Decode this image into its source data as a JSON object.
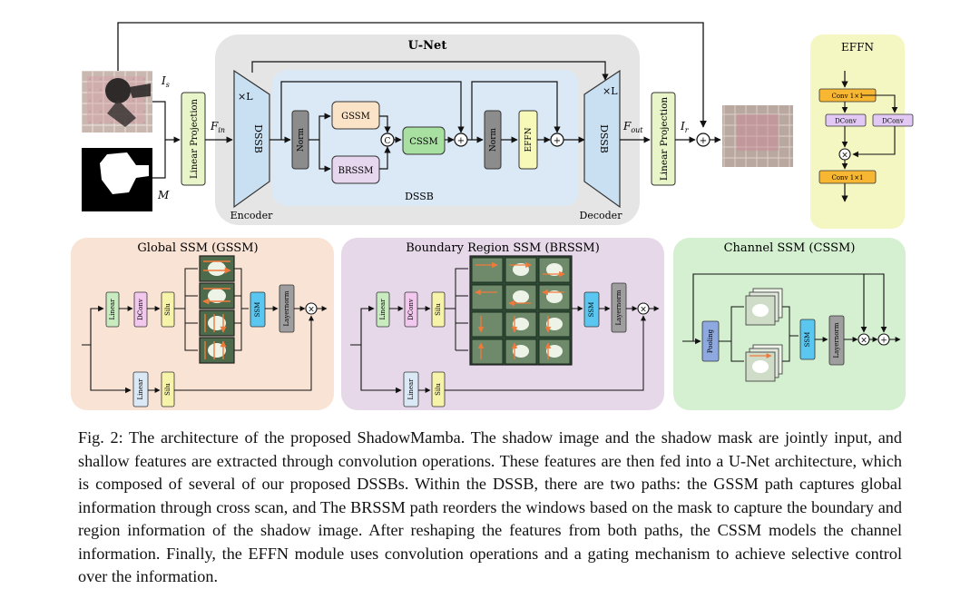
{
  "unet": {
    "title": "U-Net",
    "encoder_label": "Encoder",
    "decoder_label": "Decoder",
    "repeat_label": "×L",
    "dssb_label": "DSSB",
    "dssb_group_label": "DSSB"
  },
  "symbols": {
    "is": "I",
    "is_sub": "s",
    "mask": "M",
    "fin": "F",
    "fin_sub": "in",
    "fout": "F",
    "fout_sub": "out",
    "ir": "I",
    "ir_sub": "r",
    "concat": "C",
    "plus": "+",
    "times": "×"
  },
  "blocks": {
    "linear_projection": "Linear Projection",
    "norm": "Norm",
    "gssm": "GSSM",
    "brssm": "BRSSM",
    "cssm": "CSSM",
    "effn_block": "EFFN"
  },
  "effn": {
    "title": "EFFN",
    "conv_top": "Conv 1×1",
    "dconv": "DConv",
    "conv_bottom": "Conv 1×1"
  },
  "gssm_panel": {
    "title": "Global SSM (GSSM)",
    "linear": "Linear",
    "dconv": "DConv",
    "silu": "Silu",
    "ssm": "SSM",
    "layernorm": "Layernorm"
  },
  "brssm_panel": {
    "title": "Boundary Region SSM (BRSSM)",
    "linear": "Linear",
    "dconv": "DConv",
    "silu": "Silu",
    "ssm": "SSM",
    "layernorm": "Layernorm"
  },
  "cssm_panel": {
    "title": "Channel SSM (CSSM)",
    "pooling": "Pooling",
    "ssm": "SSM",
    "layernorm": "Layernorm"
  },
  "caption": "Fig. 2: The architecture of the proposed ShadowMamba. The shadow image and the shadow mask are jointly input, and shallow features are extracted through convolution operations. These features are then fed into a U-Net architecture, which is composed of several of our proposed DSSBs. Within the DSSB, there are two paths: the GSSM path captures global information through cross scan, and The BRSSM path reorders the windows based on the mask to capture the boundary and region information of the shadow image. After reshaping the features from both paths, the CSSM models the channel information. Finally, the EFFN module uses convolution operations and a gating mechanism to achieve selective control over the information.",
  "colors": {
    "unet_bg": "#e5e5e5",
    "dssb_bg": "#dbe9f6",
    "effn_bg": "#f4f7c2",
    "gssm_bg": "#f8e3d4",
    "brssm_bg": "#e6d8e8",
    "cssm_bg": "#d4f0d0",
    "linear_proj": "#e8f5c8",
    "norm": "#8c8c8c",
    "gssm_block": "#fbe3c8",
    "brssm_block": "#e6d6ee",
    "cssm_block": "#a7e0a0",
    "effn_block": "#f6f9b8",
    "conv_orange": "#f7b733",
    "dconv_purple": "#e2c8f5",
    "linear_green": "#c8ecc0",
    "dconv_pink": "#f3c8ee",
    "silu_yellow": "#f7f3a8",
    "ssm_blue": "#5bc7f0",
    "layernorm_gray": "#9e9e9e",
    "scan_arrow": "#f07a3a"
  }
}
